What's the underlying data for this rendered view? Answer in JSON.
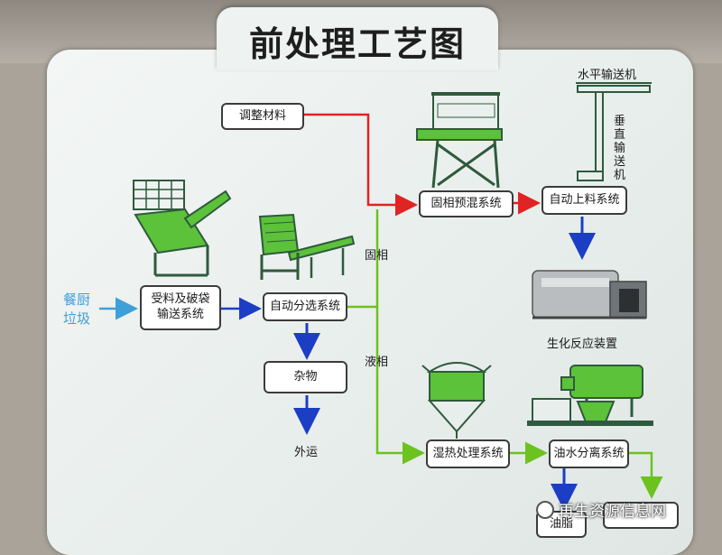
{
  "title": "前处理工艺图",
  "nodes": {
    "adjust_material": "调整材料",
    "solid_premix": "固相预混系统",
    "auto_feed": "自动上料系统",
    "receive_crush": "受料及破袋\n输送系统",
    "auto_sort": "自动分选系统",
    "debris": "杂物",
    "wet_heat": "湿热处理系统",
    "oil_water": "油水分离系统",
    "grease": "油脂"
  },
  "labels": {
    "kitchen_waste": "餐厨\n垃圾",
    "solid_phase": "固相",
    "liquid_phase": "液相",
    "export": "外运",
    "horizontal_conveyor": "水平输送机",
    "vertical_conveyor": "垂直输送机",
    "bio_reactor": "生化反应装置"
  },
  "watermark": "再生资源信息网",
  "colors": {
    "red_arrow": "#e02323",
    "blue_arrow": "#1c3ec4",
    "green_arrow": "#6cc21f",
    "light_blue_arrow": "#3f9fd8",
    "equipment_green": "#5cc23a",
    "equipment_dark": "#2f5a3c"
  }
}
